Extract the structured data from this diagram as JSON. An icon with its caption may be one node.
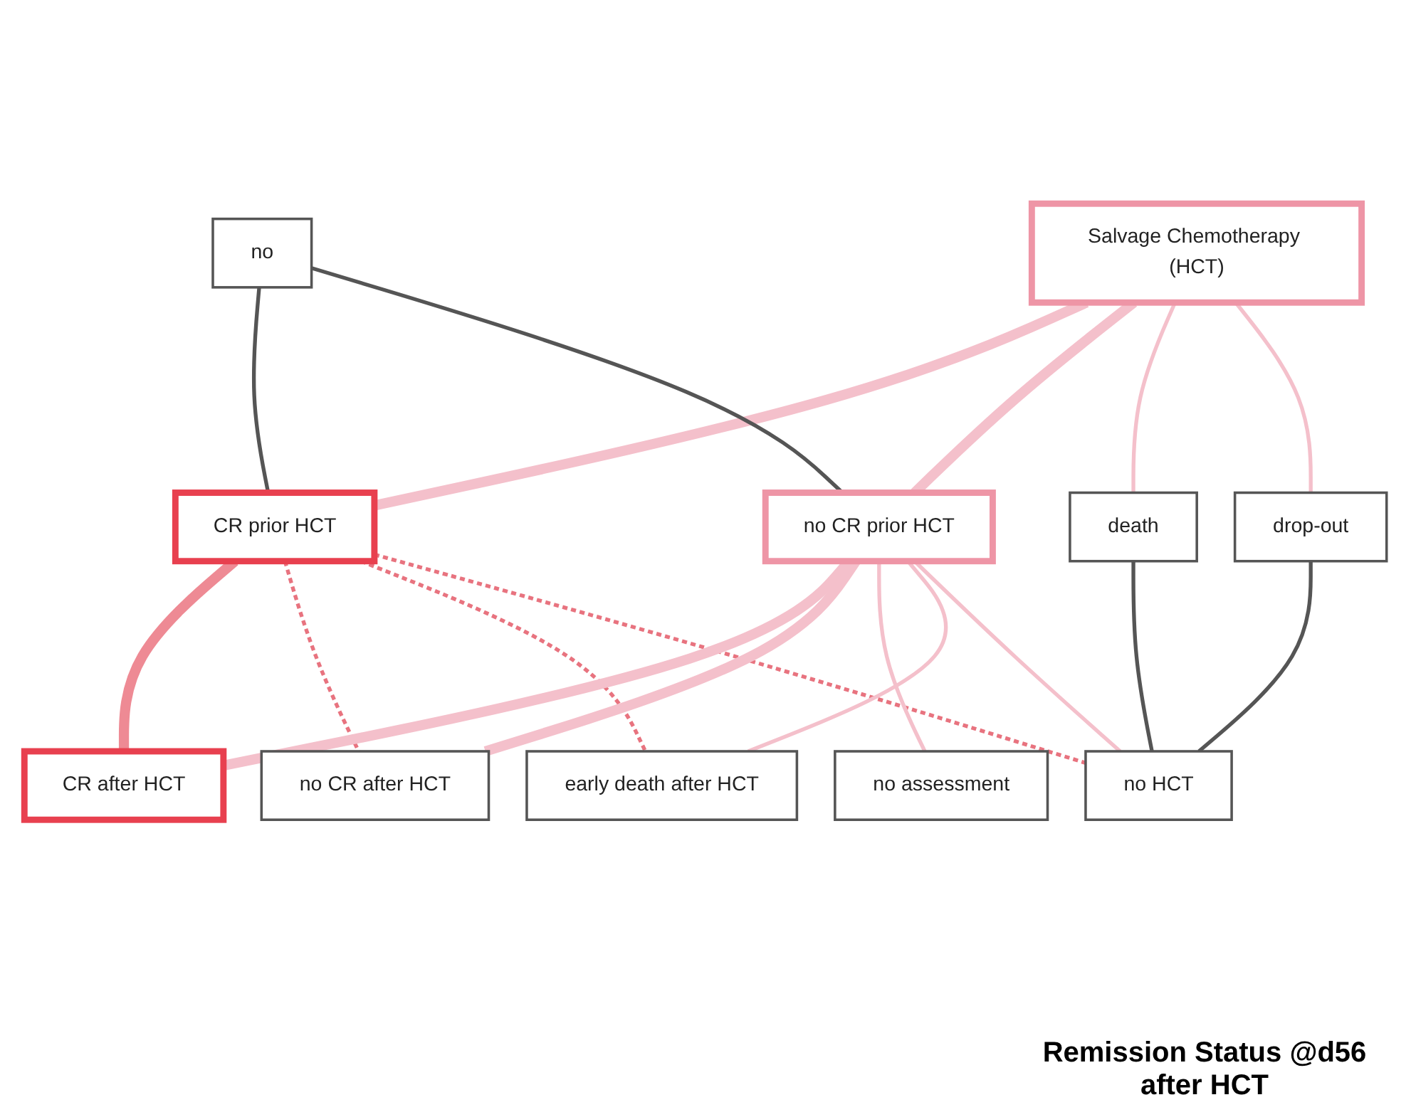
{
  "diagram": {
    "nodes": [
      {
        "text": [
          "Salvage Chemotherapy (HCT)"
        ]
      },
      {
        "text": [
          "no"
        ]
      },
      {
        "text": [
          "CR prior HCT"
        ]
      },
      {
        "text": [
          "no CR prior HCT"
        ]
      },
      {
        "text": [
          "death"
        ]
      },
      {
        "text": [
          "drop-out"
        ]
      },
      {
        "text": [
          "CR after HCT"
        ]
      },
      {
        "text": [
          "no CR after HCT"
        ]
      },
      {
        "text": [
          "no assessment"
        ]
      },
      {
        "text": [
          "early death after HCT"
        ]
      },
      {
        "text": [
          "no HCT"
        ]
      }
    ],
    "edges": [
      {
        "from": 0,
        "to": 2,
        "arrow": "none",
        "style": "thick"
      },
      {
        "from": 0,
        "to": 3,
        "arrow": "none",
        "style": "thick"
      },
      {
        "from": 0,
        "to": 4,
        "arrow": "none"
      },
      {
        "from": 0,
        "to": 5,
        "arrow": "none"
      },
      {
        "from": 1,
        "to": 2,
        "arrow": "none",
        "color": "#555555"
      },
      {
        "from": 1,
        "to": 3,
        "arrow": "none",
        "color": "#555555"
      },
      {
        "from": 2,
        "to": 6,
        "arrow": "none",
        "style": "thick",
        "color": "#ee8a94"
      },
      {
        "from": 2,
        "to": 7,
        "arrow": "none",
        "style": "dashed",
        "color": "#e8737f"
      },
      {
        "from": 2,
        "to": 9,
        "arrow": "none",
        "style": "dashed",
        "color": "#e8737f"
      },
      {
        "from": 2,
        "to": 10,
        "arrow": "none",
        "style": "dashed",
        "color": "#e8737f"
      },
      {
        "from": 3,
        "to": 6,
        "arrow": "none",
        "style": "thick"
      },
      {
        "from": 3,
        "to": 7,
        "arrow": "none",
        "style": "thick"
      },
      {
        "from": 3,
        "to": 8,
        "arrow": "none"
      },
      {
        "from": 3,
        "to": 9,
        "arrow": "none"
      },
      {
        "from": 3,
        "to": 10,
        "arrow": "none"
      },
      {
        "from": 4,
        "to": 10,
        "arrow": "none",
        "color": "#555555"
      },
      {
        "from": 5,
        "to": 10,
        "arrow": "none",
        "color": "#555555"
      }
    ],
    "labels": [
      "Remission Status @d56 after HCT"
    ]
  }
}
